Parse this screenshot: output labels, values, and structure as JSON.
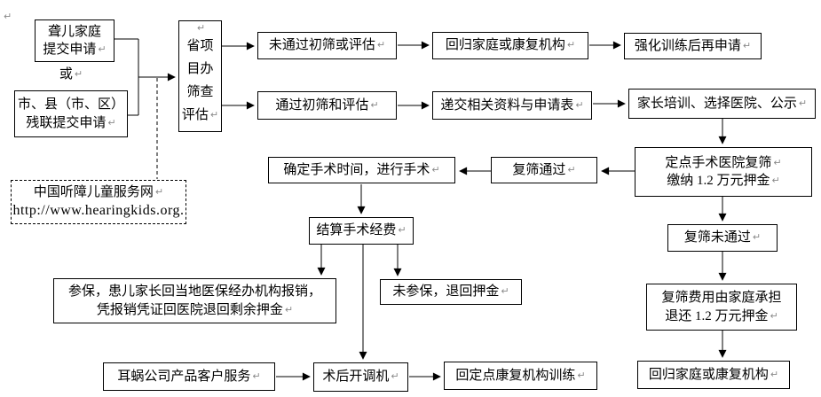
{
  "meta": {
    "return_mark": "↵",
    "colors": {
      "line": "#000000",
      "text": "#000000",
      "mark_gray": "#8a8a8a",
      "background": "#ffffff"
    }
  },
  "flowchart": {
    "boxes": {
      "family_apply": {
        "line1": "聋儿家庭",
        "line2": "提交申请"
      },
      "or_label": "或",
      "canlian_apply": {
        "line1": "市、县（市、区）",
        "line2": "残联提交申请"
      },
      "provincial_office": {
        "line1": "省项",
        "line2": "目办",
        "line3": "筛查",
        "line4": "评估"
      },
      "fail_initial": "未通过初筛或评估",
      "return_home_top": "回归家庭或康复机构",
      "retrain": "强化训练后再申请",
      "pass_initial": "通过初筛和评估",
      "submit_docs": "递交相关资料与申请表",
      "parent_training": "家长培训、选择医院、公示",
      "hospital_rescreen": {
        "line1": "定点手术医院复筛",
        "line2": "缴纳 1.2 万元押金"
      },
      "rescreen_pass": "复筛通过",
      "schedule_surgery": "确定手术时间，进行手术",
      "settle_expense": "结算手术经费",
      "insured": {
        "line1": "参保，患儿家长回当地医保经办机构报销，",
        "line2": "凭报销凭证回医院退回剩余押金"
      },
      "uninsured": "未参保，退回押金",
      "rescreen_fail": "复筛未通过",
      "rescreen_cost": {
        "line1": "复筛费用由家庭承担",
        "line2": "退还 1.2 万元押金"
      },
      "return_home_bottom": "回归家庭或康复机构",
      "cochlear_service": "耳蜗公司产品客户服务",
      "post_tuning": "术后开调机",
      "rehab_training": "回定点康复机构训练"
    },
    "info_box": {
      "title": "中国听障儿童服务网",
      "url": "http://www.hearingkids.org."
    }
  }
}
